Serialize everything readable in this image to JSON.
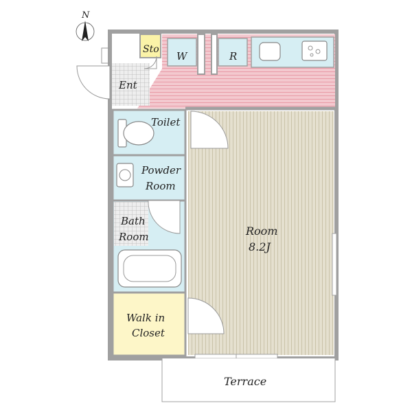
{
  "compass": {
    "north_label": "N"
  },
  "rooms": {
    "storage": "Sto",
    "washer": "W",
    "fridge": "R",
    "entrance": "Ent",
    "toilet": "Toilet",
    "powder_room_line1": "Powder",
    "powder_room_line2": "Room",
    "bath_line1": "Bath",
    "bath_line2": "Room",
    "main_room_line1": "Room",
    "main_room_line2": "8.2J",
    "closet_line1": "Walk in",
    "closet_line2": "Closet",
    "terrace": "Terrace"
  },
  "colors": {
    "wall": "#a0a0a0",
    "hall_floor": "#f3c9cf",
    "hall_lines": "#e89aa6",
    "room_floor": "#e5e0cf",
    "room_lines": "#c9c2a8",
    "wet_area": "#d6eef3",
    "closet": "#fdf6c8",
    "storage": "#fbf3a8",
    "tile": "#b5b5b5"
  }
}
